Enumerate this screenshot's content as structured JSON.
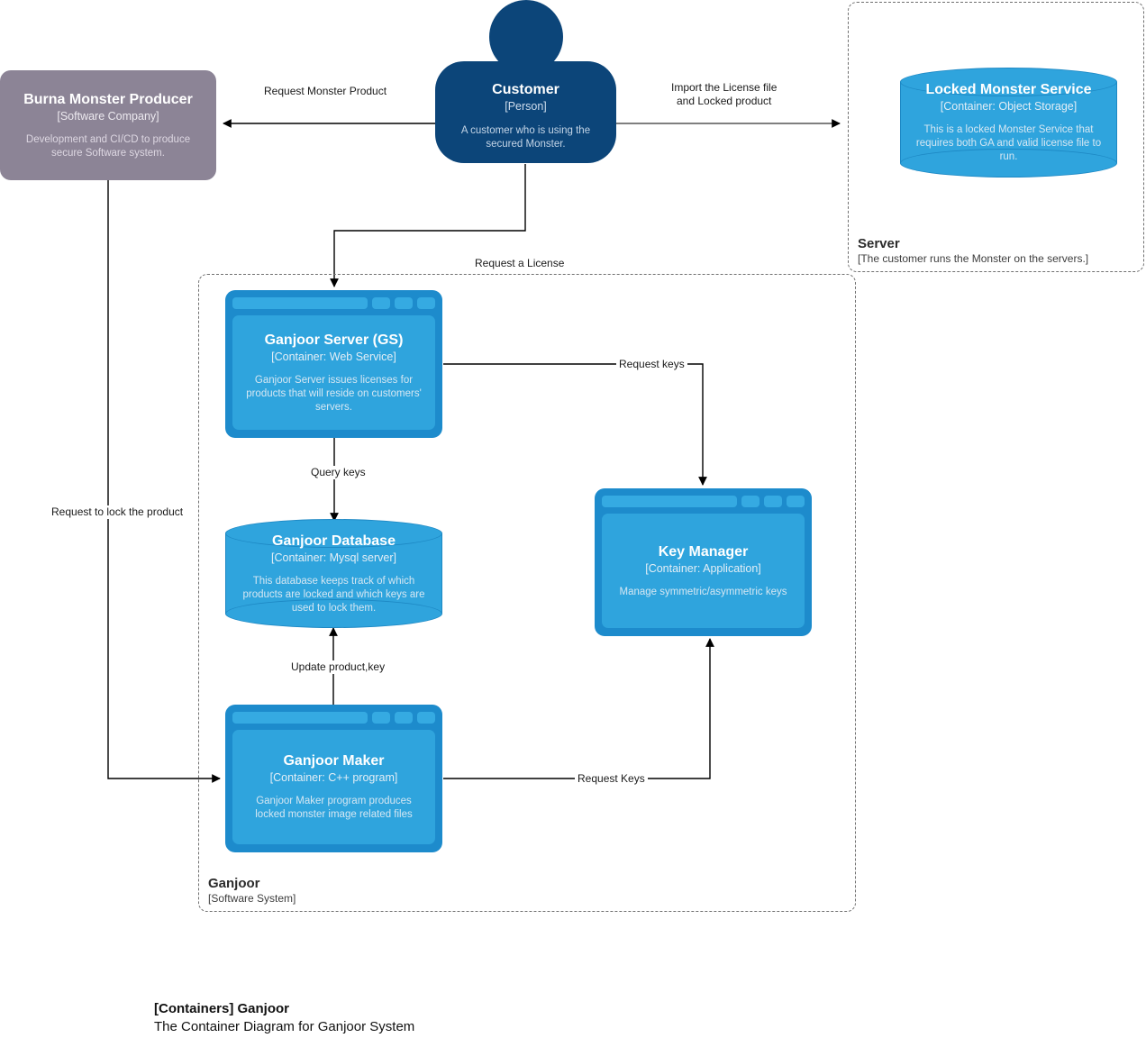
{
  "diagram": {
    "caption_title": "[Containers] Ganjoor",
    "caption_subtitle": "The Container Diagram for Ganjoor System",
    "colors": {
      "person": "#0c4579",
      "external_system": "#8c8496",
      "container": "#2fa4dd",
      "container_frame": "#1d8bcc",
      "boundary_border": "#707070",
      "edge": "#000000",
      "background": "#ffffff"
    }
  },
  "boundaries": [
    {
      "id": "server",
      "label": "Server",
      "sublabel": "[The customer runs the Monster on the servers.]"
    },
    {
      "id": "ganjoor",
      "label": "Ganjoor",
      "sublabel": "[Software System]"
    }
  ],
  "nodes": {
    "customer": {
      "title": "Customer",
      "type": "[Person]",
      "desc": "A customer who is using the secured Monster."
    },
    "burna": {
      "title": "Burna Monster Producer",
      "type": "[Software Company]",
      "desc": "Development and CI/CD to produce secure Software system."
    },
    "locked_monster_service": {
      "title": "Locked Monster Service",
      "type": "[Container: Object Storage]",
      "desc": "This is a locked Monster Service that requires both GA and valid license file to run."
    },
    "ganjoor_server": {
      "title": "Ganjoor Server (GS)",
      "type": "[Container: Web Service]",
      "desc": "Ganjoor Server issues licenses for products that will reside on customers' servers."
    },
    "ganjoor_database": {
      "title": "Ganjoor Database",
      "type": "[Container: Mysql server]",
      "desc": "This database keeps track of which products are locked and which keys are used to lock them."
    },
    "key_manager": {
      "title": "Key Manager",
      "type": "[Container: Application]",
      "desc": "Manage symmetric/asymmetric keys"
    },
    "ganjoor_maker": {
      "title": "Ganjoor Maker",
      "type": "[Container: C++ program]",
      "desc": "Ganjoor Maker program produces locked monster image related files"
    }
  },
  "edges": [
    {
      "id": "request-monster-product",
      "label": "Request Monster Product",
      "from": "customer",
      "to": "burna"
    },
    {
      "id": "import-license-file",
      "label_line1": "Import the License file",
      "label_line2": "and Locked product",
      "from": "customer",
      "to": "locked_monster_service"
    },
    {
      "id": "request-a-license",
      "label": "Request a License",
      "from": "customer",
      "to": "ganjoor_server"
    },
    {
      "id": "request-keys-gs",
      "label": "Request keys",
      "from": "ganjoor_server",
      "to": "key_manager"
    },
    {
      "id": "query-keys",
      "label": "Query keys",
      "from": "ganjoor_server",
      "to": "ganjoor_database"
    },
    {
      "id": "update-product-key",
      "label": "Update product,key",
      "from": "ganjoor_maker",
      "to": "ganjoor_database"
    },
    {
      "id": "request-keys-maker",
      "label": "Request Keys",
      "from": "ganjoor_maker",
      "to": "key_manager"
    },
    {
      "id": "request-to-lock-the-product",
      "label": "Request to lock the product",
      "from": "burna",
      "to": "ganjoor_maker"
    }
  ]
}
